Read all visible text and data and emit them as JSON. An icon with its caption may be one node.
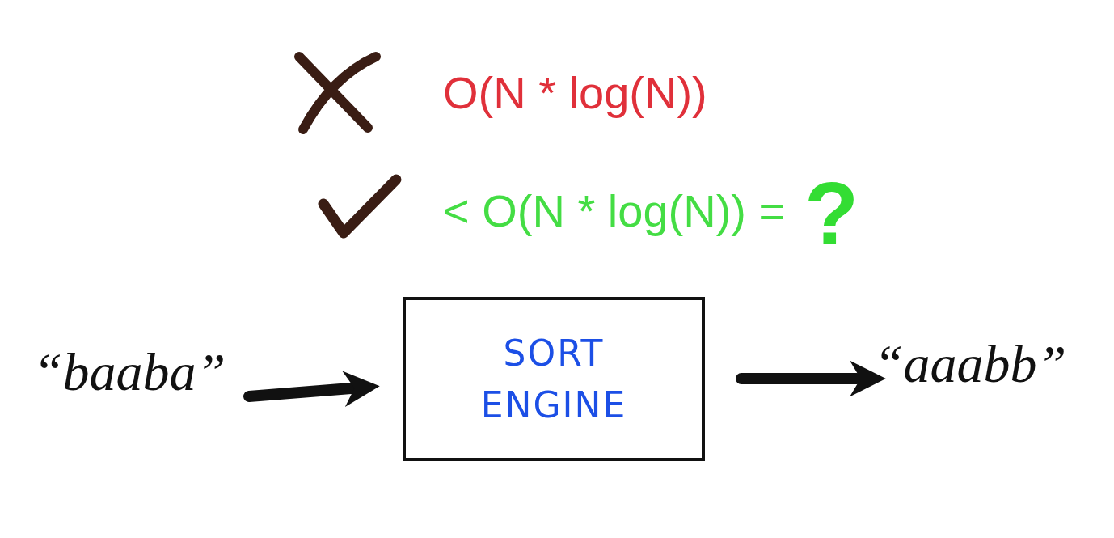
{
  "diagram": {
    "nodes": [
      {
        "text": [
          "“baaba”"
        ]
      },
      {
        "text": [
          "SORT ENGINE"
        ]
      },
      {
        "text": [
          "“aaabb”"
        ]
      }
    ],
    "edges": [
      {
        "from": 0,
        "to": 1,
        "arrow": "to"
      },
      {
        "from": 1,
        "to": 2,
        "arrow": "to"
      }
    ],
    "labels": [
      "O(N * log(N))",
      "< O(N * log(N)) =",
      "?"
    ]
  }
}
